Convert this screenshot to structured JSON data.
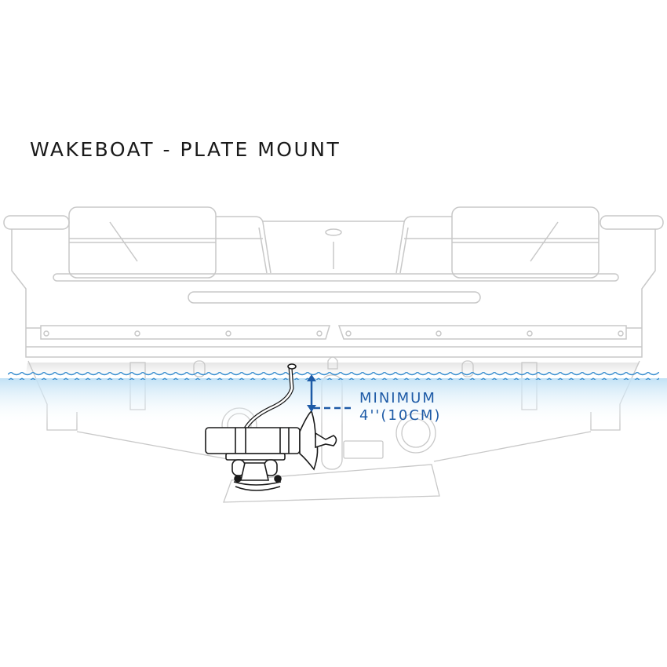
{
  "title": "WAKEBOAT - PLATE MOUNT",
  "annotation": {
    "line1": "MINIMUM",
    "line2": "4''(10CM)",
    "meaning": "minimum depth below waterline"
  },
  "colors": {
    "boat_outline": "#c8c8c8",
    "water_line": "#3a8fd0",
    "water_gradient_top": "#bfe0f5",
    "annotation": "#1d5aa6",
    "motor_outline": "#1a1a1a",
    "title": "#1a1a1a"
  },
  "elements": [
    "boat-stern-outline",
    "waterline",
    "trolling-motor",
    "depth-arrow",
    "mounting-plate"
  ]
}
